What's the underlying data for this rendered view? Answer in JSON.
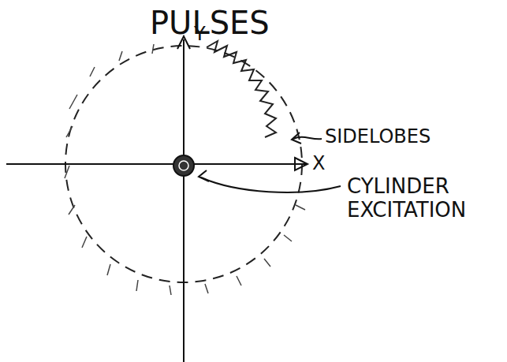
{
  "diagram": {
    "title": "PULSES",
    "labels": [
      "Y",
      "X",
      "SIDELOBES",
      "CYLINDER EXCITATION"
    ]
  }
}
